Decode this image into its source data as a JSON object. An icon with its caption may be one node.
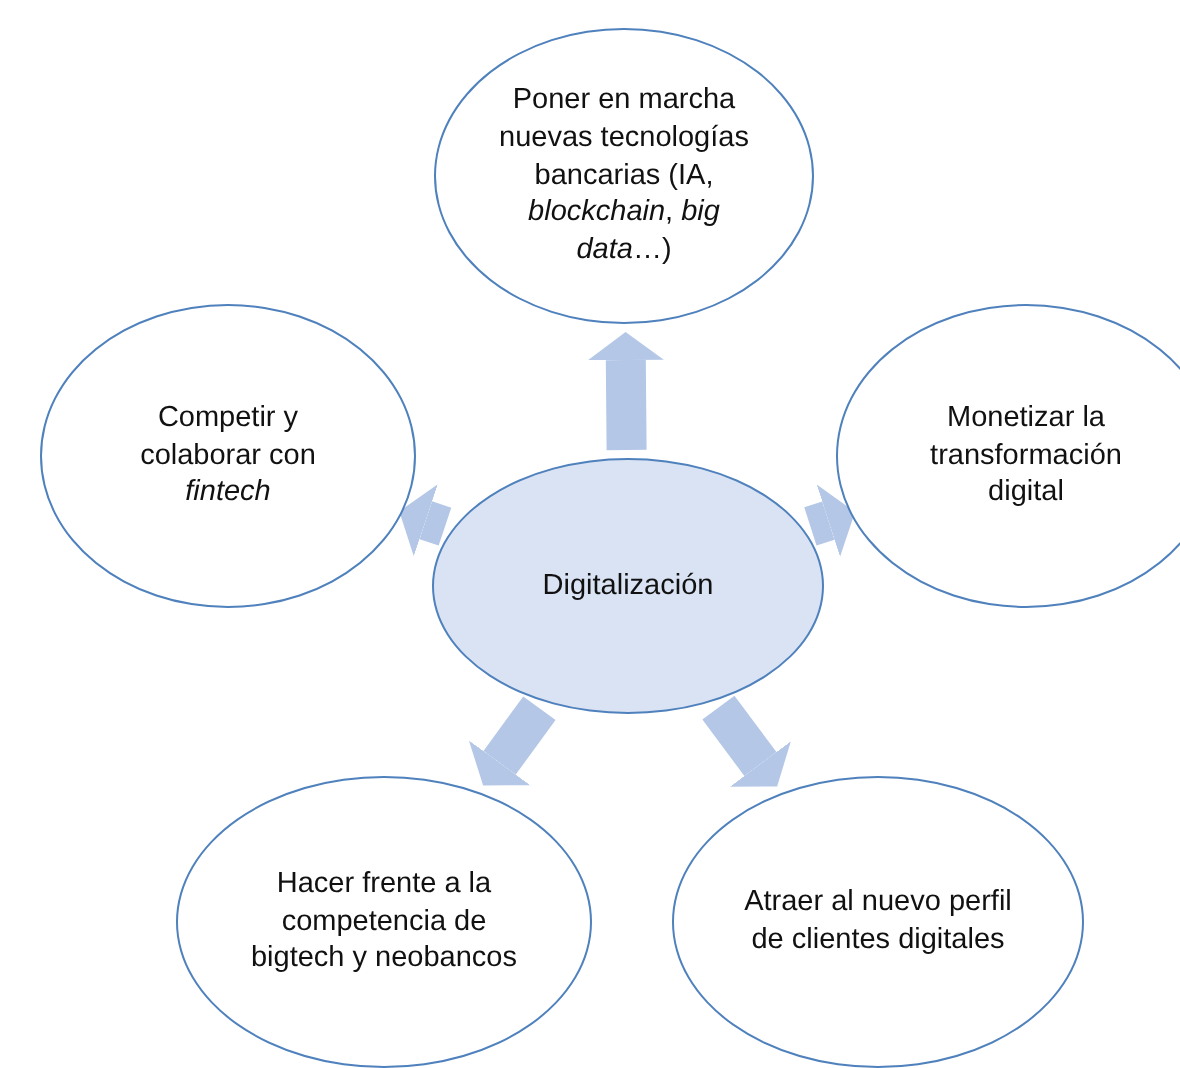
{
  "diagram": {
    "nodes": [
      {
        "text": [
          "Digitalización"
        ]
      },
      {
        "text": [
          "Poner en marcha nuevas tecnologías bancarias (IA, *blockchain*, *big data*…)"
        ]
      },
      {
        "text": [
          "Competir y colaborar con *fintech*"
        ]
      },
      {
        "text": [
          "Monetizar la transformación digital"
        ]
      },
      {
        "text": [
          "Hacer frente a la competencia de bigtech y neobancos"
        ]
      },
      {
        "text": [
          "Atraer al nuevo perfil de clientes digitales"
        ]
      }
    ],
    "edges": [
      {
        "from": 0,
        "to": 1,
        "arrow": "to"
      },
      {
        "from": 0,
        "to": 2,
        "arrow": "to"
      },
      {
        "from": 0,
        "to": 3,
        "arrow": "to"
      },
      {
        "from": 0,
        "to": 4,
        "arrow": "to"
      },
      {
        "from": 0,
        "to": 5,
        "arrow": "to"
      }
    ]
  }
}
